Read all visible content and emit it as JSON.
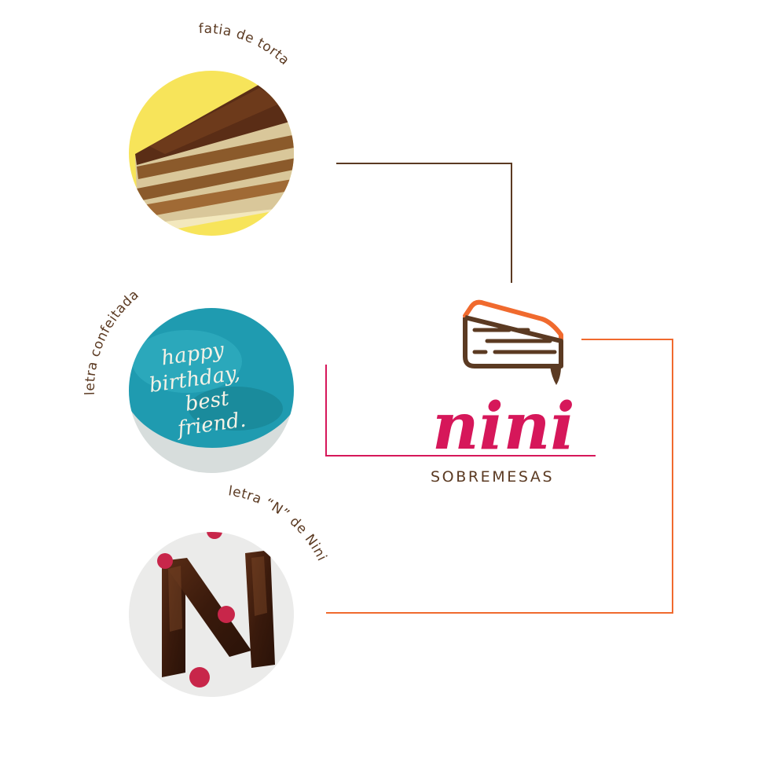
{
  "items": [
    {
      "id": "slice",
      "label": "fatia de torta",
      "photo_description": "slice of layered torte"
    },
    {
      "id": "lettered",
      "label": "letra confeitada",
      "cake_text": [
        "happy",
        "birthday,",
        "best",
        "friend."
      ]
    },
    {
      "id": "n-cake",
      "label": "letra “N” de Nini"
    }
  ],
  "brand": {
    "name": "nini",
    "subtitle": "SOBREMESAS"
  },
  "colors": {
    "brown": "#5b3a22",
    "pink": "#d6175a",
    "orange": "#f06a2e",
    "yellow": "#f7e45a",
    "teal": "#1f9bb0"
  }
}
